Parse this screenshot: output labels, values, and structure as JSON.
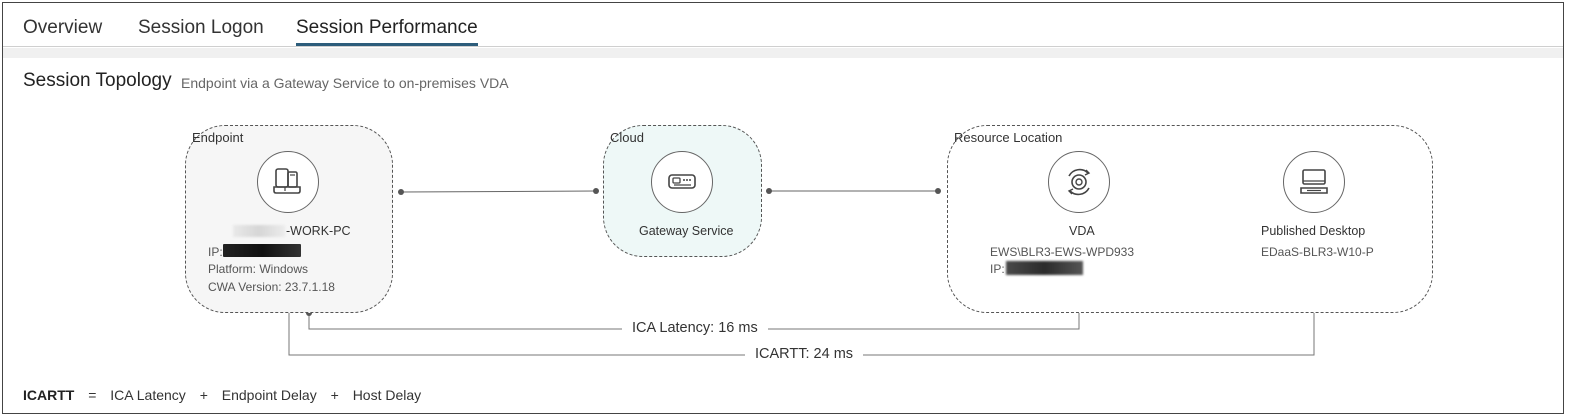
{
  "tabs": [
    {
      "label": "Overview",
      "active": false
    },
    {
      "label": "Session Logon",
      "active": false
    },
    {
      "label": "Session Performance",
      "active": true
    }
  ],
  "section": {
    "title": "Session Topology",
    "subtitle": "Endpoint via a Gateway Service to on-premises VDA"
  },
  "groups": {
    "endpoint": {
      "label": "Endpoint"
    },
    "cloud": {
      "label": "Cloud"
    },
    "resource": {
      "label": "Resource Location"
    }
  },
  "nodes": {
    "endpoint": {
      "icon": "devices-icon",
      "name": "-WORK-PC",
      "ip_label": "IP:",
      "platform": "Platform: Windows",
      "cwa_version": "CWA Version: 23.7.1.18"
    },
    "gateway": {
      "icon": "gateway-icon",
      "name": "Gateway Service"
    },
    "vda": {
      "icon": "vda-icon",
      "name": "VDA",
      "host": "EWS\\BLR3-EWS-WPD933",
      "ip_label": "IP:"
    },
    "desktop": {
      "icon": "monitor-icon",
      "name": "Published Desktop",
      "host": "EDaaS-BLR3-W10-P"
    }
  },
  "latency": {
    "ica": "ICA Latency: 16 ms",
    "icartt": "ICARTT: 24 ms"
  },
  "formula": {
    "term": "ICARTT",
    "equals": "=",
    "part1": "ICA Latency",
    "plus1": "+",
    "part2": "Endpoint Delay",
    "plus2": "+",
    "part3": "Host Delay"
  },
  "colors": {
    "tab_underline": "#2d5d7b",
    "cloud_fill": "#eef8f7",
    "endpoint_fill": "#f6f6f6"
  }
}
